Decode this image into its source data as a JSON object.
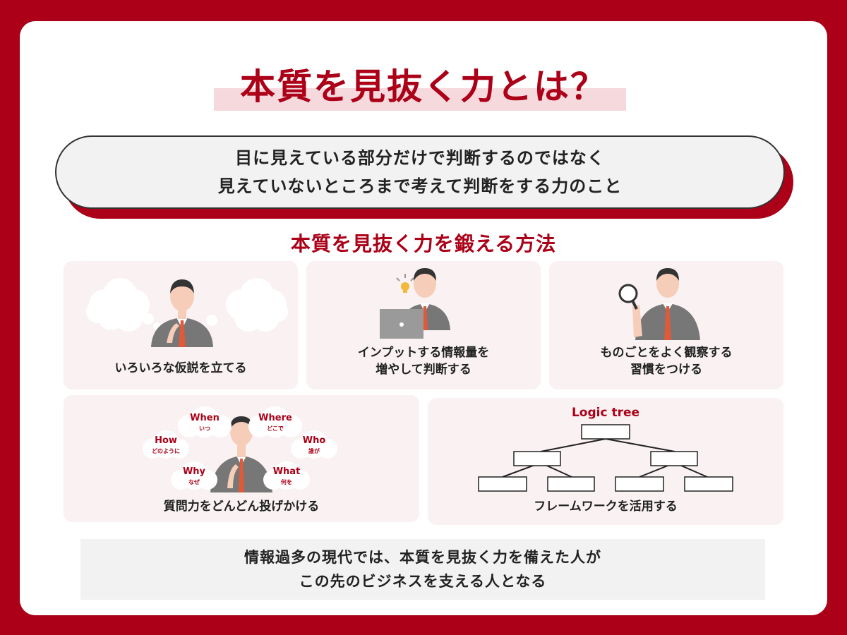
{
  "title": "本質を見抜く力とは？",
  "definition": {
    "line1": "目に見えている部分だけで判断するのではなく",
    "line2": "見えていないところまで考えて判断をする力のこと"
  },
  "subtitle": "本質を見抜く力を鍛える方法",
  "methods": {
    "hypothesis": "いろいろな仮説を立てる",
    "input_line1": "インプットする情報量を",
    "input_line2": "増やして判断する",
    "observe_line1": "ものごとをよく観察する",
    "observe_line2": "習慣をつける",
    "questions": "質問力をどんどん投げかける",
    "framework": "フレームワークを活用する"
  },
  "five_w1h": {
    "when": "When",
    "when_ja": "いつ",
    "where": "Where",
    "where_ja": "どこで",
    "who": "Who",
    "who_ja": "誰が",
    "how": "How",
    "how_ja": "どのように",
    "why": "Why",
    "why_ja": "なぜ",
    "what": "What",
    "what_ja": "何を"
  },
  "logic_tree_title": "Logic tree",
  "footer": {
    "line1": "情報過多の現代では、本質を見抜く力を備えた人が",
    "line2": "この先のビジネスを支える人となる"
  },
  "colors": {
    "brand_red": "#ab0017",
    "panel_bg": "#f9f1f2",
    "text": "#222222"
  }
}
